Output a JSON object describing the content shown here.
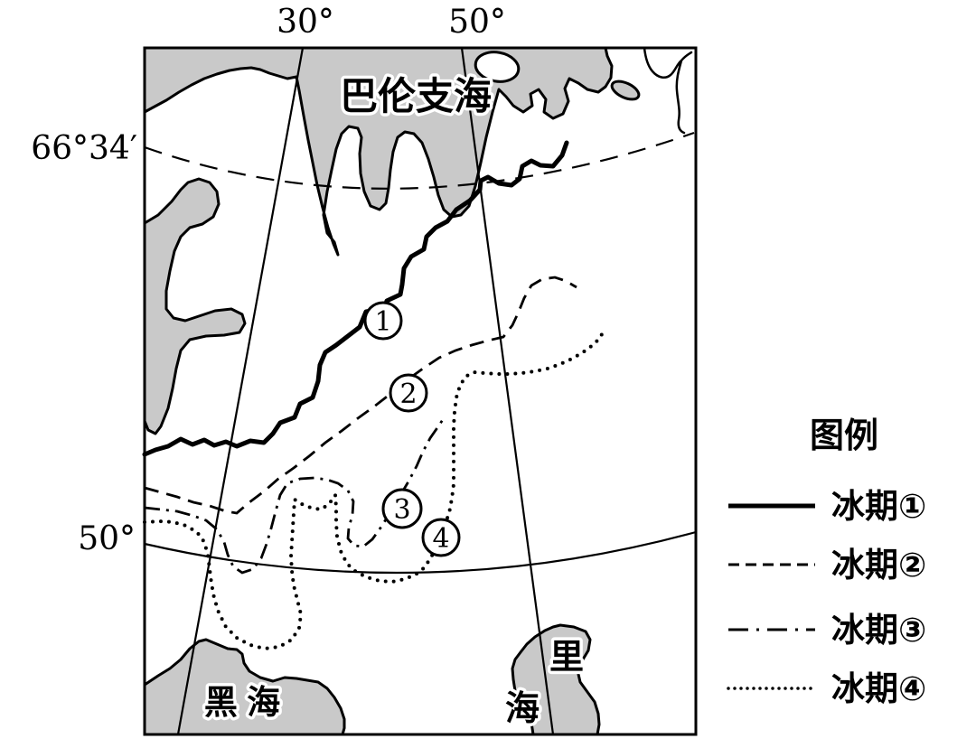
{
  "graticule": {
    "top_labels": [
      {
        "text": "30°"
      },
      {
        "text": "50°"
      }
    ],
    "left_labels": [
      {
        "text": "66°34′"
      },
      {
        "text": "50°"
      }
    ]
  },
  "seas": {
    "barents": "巴伦支海",
    "black": "黑 海",
    "caspian_char1": "里",
    "caspian_char2": "海"
  },
  "markers": [
    {
      "glyph": "①",
      "digit": "1"
    },
    {
      "glyph": "②",
      "digit": "2"
    },
    {
      "glyph": "③",
      "digit": "3"
    },
    {
      "glyph": "④",
      "digit": "4"
    }
  ],
  "legend": {
    "title": "图例",
    "items": [
      {
        "label": "冰期①",
        "style": "solid"
      },
      {
        "label": "冰期②",
        "style": "dashed"
      },
      {
        "label": "冰期③",
        "style": "dash-dot"
      },
      {
        "label": "冰期④",
        "style": "dotted"
      }
    ]
  },
  "colors": {
    "sea_fill": "#c9c9c9",
    "ink": "#000000",
    "background": "#ffffff",
    "label_halo": "#ffffff"
  }
}
